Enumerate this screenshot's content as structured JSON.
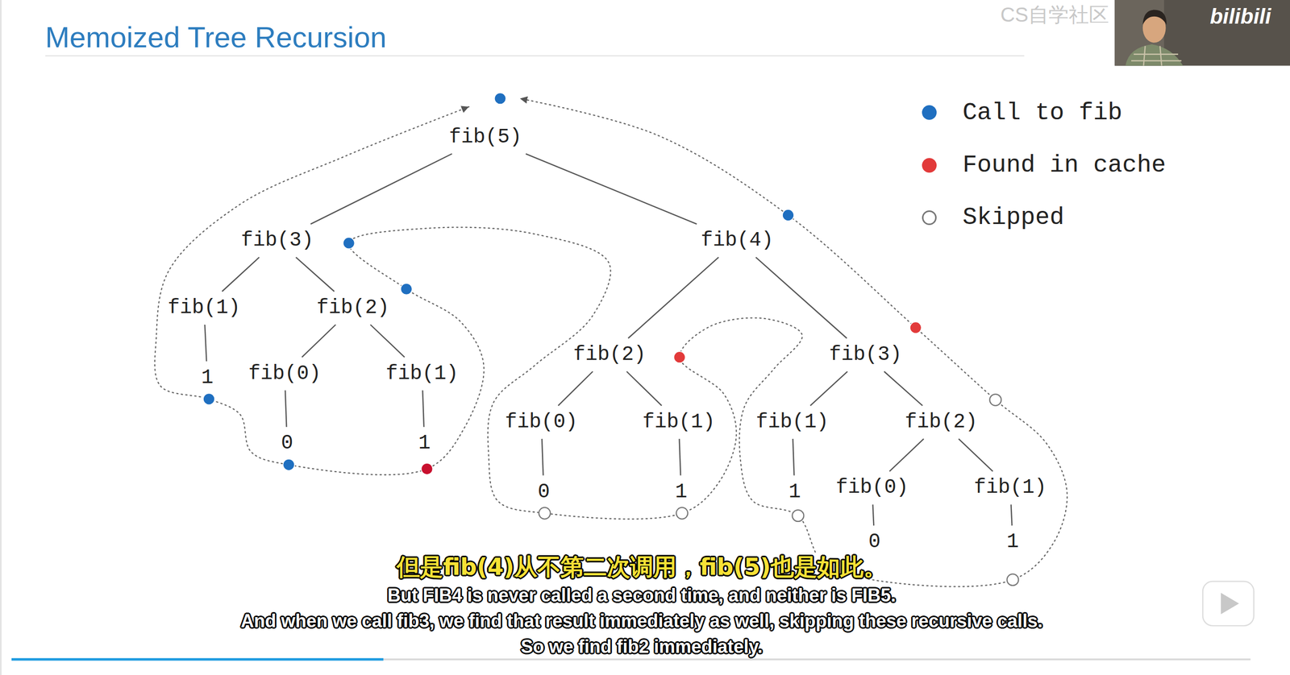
{
  "diagram": {
    "title": "Memoized Tree Recursion",
    "nodes": [
      {
        "text": [
          "fib(5)"
        ]
      },
      {
        "text": [
          "fib(3)"
        ]
      },
      {
        "text": [
          "fib(4)"
        ]
      },
      {
        "text": [
          "fib(1)"
        ]
      },
      {
        "text": [
          "fib(2)"
        ]
      },
      {
        "text": [
          "1"
        ]
      },
      {
        "text": [
          "fib(0)"
        ]
      },
      {
        "text": [
          "fib(1)"
        ]
      },
      {
        "text": [
          "0"
        ]
      },
      {
        "text": [
          "1"
        ]
      },
      {
        "text": [
          "fib(2)"
        ]
      },
      {
        "text": [
          "fib(3)"
        ]
      },
      {
        "text": [
          "fib(0)"
        ]
      },
      {
        "text": [
          "fib(1)"
        ]
      },
      {
        "text": [
          "fib(1)"
        ]
      },
      {
        "text": [
          "fib(2)"
        ]
      },
      {
        "text": [
          "0"
        ]
      },
      {
        "text": [
          "1"
        ]
      },
      {
        "text": [
          "1"
        ]
      },
      {
        "text": [
          "fib(0)"
        ]
      },
      {
        "text": [
          "fib(1)"
        ]
      },
      {
        "text": [
          "0"
        ]
      },
      {
        "text": [
          "1"
        ]
      }
    ],
    "edges": [
      {
        "from": 0,
        "to": 1,
        "arrow": "none"
      },
      {
        "from": 0,
        "to": 2,
        "arrow": "none"
      },
      {
        "from": 1,
        "to": 3,
        "arrow": "none"
      },
      {
        "from": 1,
        "to": 4,
        "arrow": "none"
      },
      {
        "from": 3,
        "to": 5,
        "arrow": "none"
      },
      {
        "from": 4,
        "to": 6,
        "arrow": "none"
      },
      {
        "from": 4,
        "to": 7,
        "arrow": "none"
      },
      {
        "from": 6,
        "to": 8,
        "arrow": "none"
      },
      {
        "from": 7,
        "to": 9,
        "arrow": "none"
      },
      {
        "from": 2,
        "to": 10,
        "arrow": "none"
      },
      {
        "from": 2,
        "to": 11,
        "arrow": "none"
      },
      {
        "from": 10,
        "to": 12,
        "arrow": "none"
      },
      {
        "from": 10,
        "to": 13,
        "arrow": "none"
      },
      {
        "from": 11,
        "to": 14,
        "arrow": "none"
      },
      {
        "from": 11,
        "to": 15,
        "arrow": "none"
      },
      {
        "from": 12,
        "to": 16,
        "arrow": "none"
      },
      {
        "from": 13,
        "to": 17,
        "arrow": "none"
      },
      {
        "from": 14,
        "to": 18,
        "arrow": "none"
      },
      {
        "from": 15,
        "to": 19,
        "arrow": "none"
      },
      {
        "from": 15,
        "to": 20,
        "arrow": "none"
      },
      {
        "from": 19,
        "to": 21,
        "arrow": "none"
      },
      {
        "from": 20,
        "to": 22,
        "arrow": "none"
      }
    ],
    "labels": [
      "CS自学社区",
      "bilibili",
      "但是fib(4)从不第二次调用，fib(5)也是如此。",
      "But FIB4 is never called a second time, and neither is FIB5.",
      "And when we call fib3, we find that result immediately as well, skipping these recursive calls.",
      "So we find fib2 immediately."
    ],
    "legend": [
      {
        "text": "Call to fib",
        "color": "#1f6fc0"
      },
      {
        "text": "Found in cache",
        "color": "#e23a3a"
      },
      {
        "text": "Skipped"
      }
    ]
  }
}
